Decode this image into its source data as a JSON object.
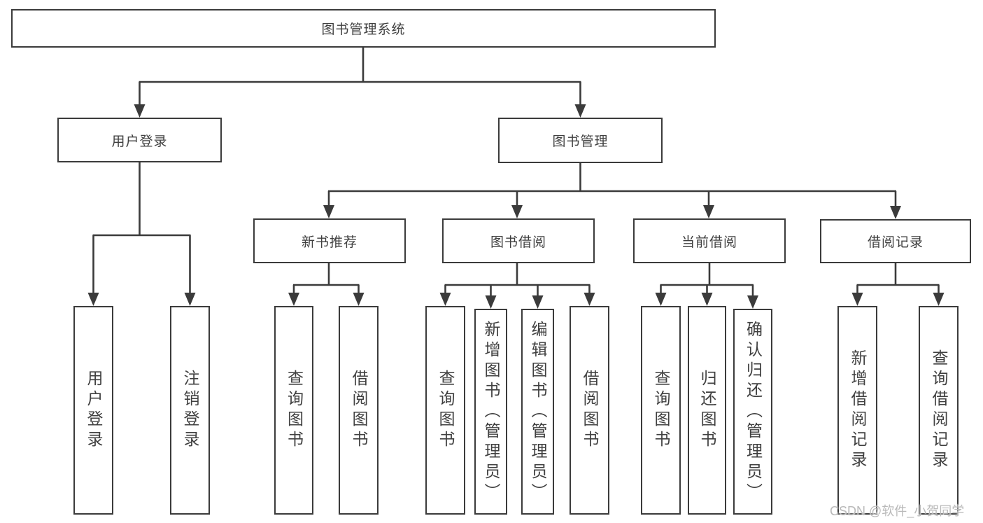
{
  "nodes": {
    "root": {
      "label": "图书管理系统"
    },
    "user_login": {
      "label": "用户登录"
    },
    "book_mgmt": {
      "label": "图书管理"
    },
    "new_book_rec": {
      "label": "新书推荐"
    },
    "book_borrow": {
      "label": "图书借阅"
    },
    "current_borrow": {
      "label": "当前借阅"
    },
    "borrow_record": {
      "label": "借阅记录"
    },
    "login_leaf": {
      "label": "用户登录"
    },
    "logout_leaf": {
      "label": "注销登录"
    },
    "rec_query": {
      "label": "查询图书"
    },
    "rec_borrow": {
      "label": "借阅图书"
    },
    "bor_query": {
      "label": "查询图书"
    },
    "bor_add": {
      "label": "新增图书（管理员）"
    },
    "bor_edit": {
      "label": "编辑图书（管理员）"
    },
    "bor_borrow": {
      "label": "借阅图书"
    },
    "cur_query": {
      "label": "查询图书"
    },
    "cur_return": {
      "label": "归还图书"
    },
    "cur_confirm": {
      "label": "确认归还（管理员）"
    },
    "rcd_add": {
      "label": "新增借阅记录"
    },
    "rcd_query": {
      "label": "查询借阅记录"
    }
  },
  "watermark": {
    "text": "CSDN @软件_小贺同学"
  },
  "colors": {
    "line": "#3b3b3b",
    "box_border": "#3b3b3b",
    "text": "#404040",
    "background": "#ffffff",
    "watermark": "#b9b9b9"
  }
}
